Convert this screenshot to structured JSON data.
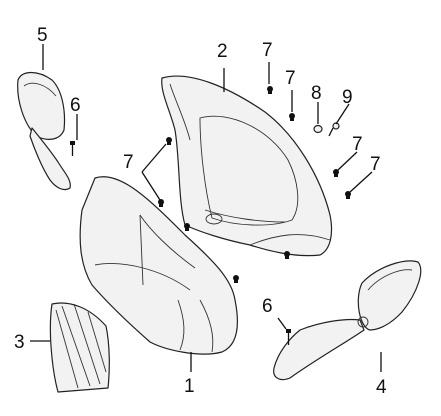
{
  "diagram": {
    "callouts": {
      "c1": "1",
      "c2": "2",
      "c3": "3",
      "c4": "4",
      "c5": "5",
      "c6a": "6",
      "c6b": "6",
      "c7a": "7",
      "c7b": "7",
      "c7c": "7",
      "c7d": "7",
      "c7e": "7",
      "c8": "8",
      "c9": "9"
    },
    "colors": {
      "line": "#222222",
      "fill": "#f2f2f2",
      "background": "#ffffff"
    }
  }
}
